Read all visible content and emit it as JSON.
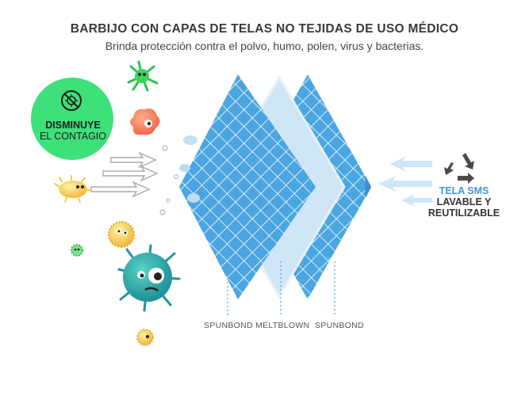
{
  "header": {
    "title": "BARBIJO CON CAPAS DE TELAS NO TEJIDAS DE USO MÉDICO",
    "subtitle": "Brinda protección contra el polvo, humo, polen, virus y bacterias."
  },
  "badge": {
    "line1": "DISMINUYE",
    "line2": "EL CONTAGIO",
    "color": "#3ee07a"
  },
  "right_label": {
    "line1": "TELA SMS",
    "line2": "LAVABLE Y",
    "line3": "REUTILIZABLE",
    "accent": "#3f97d4"
  },
  "layers": [
    {
      "name": "SPUNBOND"
    },
    {
      "name": "MELTBLOWN"
    },
    {
      "name": "SPUNBOND"
    }
  ],
  "colors": {
    "fabric": "#4aa6e0",
    "meltblown": "#cfe6f7",
    "text": "#3a3a3a"
  },
  "icons": [
    "virus-crossed-icon",
    "recycle-icon"
  ]
}
